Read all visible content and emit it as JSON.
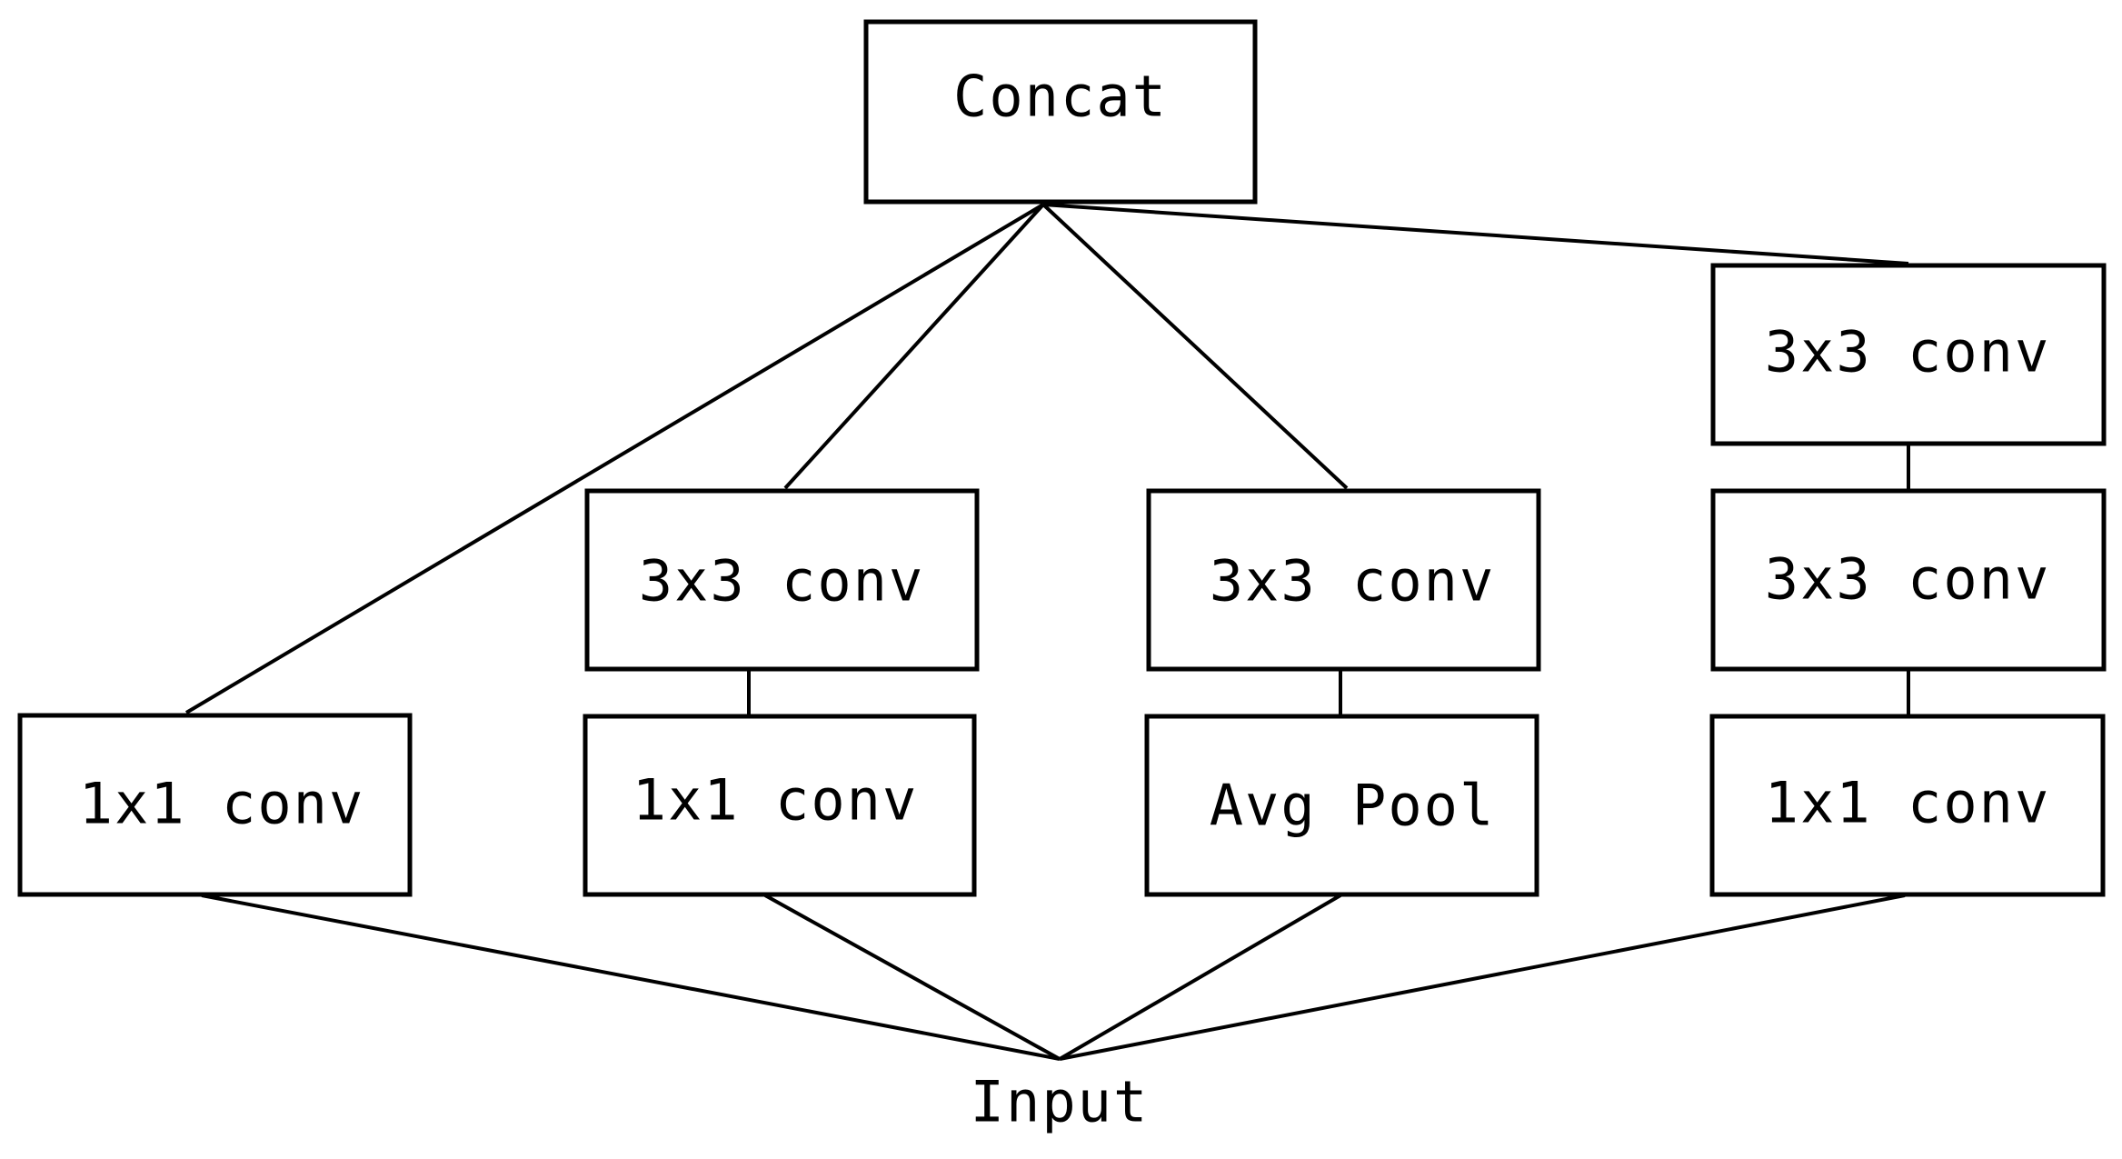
{
  "diagram": {
    "nodes": {
      "concat": "Concat",
      "b1_conv1": "1x1 conv",
      "b2_conv1": "1x1 conv",
      "b2_conv3": "3x3 conv",
      "b3_pool": "Avg Pool",
      "b3_conv3": "3x3 conv",
      "b4_conv1": "1x1 conv",
      "b4_conv3a": "3x3 conv",
      "b4_conv3b": "3x3 conv",
      "input": "Input"
    },
    "edges": [
      [
        "input",
        "b1_conv1"
      ],
      [
        "input",
        "b2_conv1"
      ],
      [
        "input",
        "b3_pool"
      ],
      [
        "input",
        "b4_conv1"
      ],
      [
        "b2_conv1",
        "b2_conv3"
      ],
      [
        "b3_pool",
        "b3_conv3"
      ],
      [
        "b4_conv1",
        "b4_conv3a"
      ],
      [
        "b4_conv3a",
        "b4_conv3b"
      ],
      [
        "b1_conv1",
        "concat"
      ],
      [
        "b2_conv3",
        "concat"
      ],
      [
        "b3_conv3",
        "concat"
      ],
      [
        "b4_conv3b",
        "concat"
      ]
    ]
  }
}
